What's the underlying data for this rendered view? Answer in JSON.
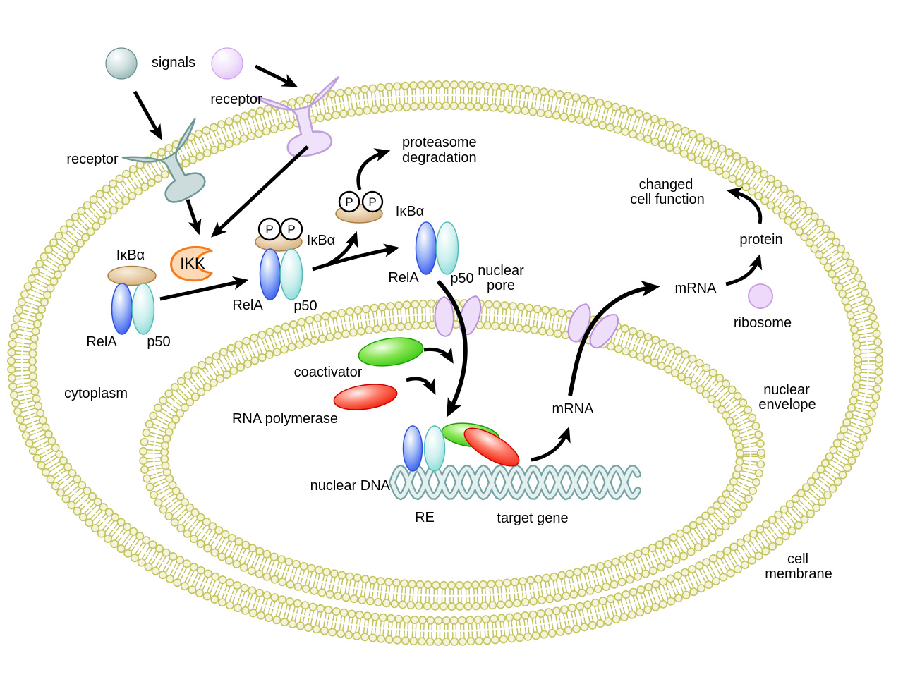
{
  "labels": {
    "signals": "signals",
    "receptor": "receptor",
    "ikb_alpha": "IκBα",
    "rela": "RelA",
    "p50": "p50",
    "ikk": "IKK",
    "phosphate": "P",
    "proteasome_line1": "proteasome",
    "proteasome_line2": "degradation",
    "nuclear_pore_line1": "nuclear",
    "nuclear_pore_line2": "pore",
    "cytoplasm": "cytoplasm",
    "coactivator": "coactivator",
    "rna_polymerase": "RNA polymerase",
    "nuclear_dna": "nuclear DNA",
    "response_element": "RE",
    "target_gene": "target gene",
    "mrna": "mRNA",
    "ribosome": "ribosome",
    "protein": "protein",
    "changed_line1": "changed",
    "changed_line2": "cell function",
    "nuclear_envelope_line1": "nuclear",
    "nuclear_envelope_line2": "envelope",
    "cell_membrane_line1": "cell",
    "cell_membrane_line2": "membrane"
  },
  "colors": {
    "membrane_outline": "#c3c35f",
    "membrane_fill": "#f4f4da",
    "rela_blue": "#3a5cf0",
    "p50_cyan": "#7fd8d4",
    "ikb_alpha_tan": "#d9b283",
    "ikk_fill": "#fdd9b4",
    "ikk_stroke": "#f57c1e",
    "coactivator_green": "#34c80e",
    "rna_polymerase_red": "#f21606",
    "dna_teal": "#76a3a3",
    "pore_purple": "#efdefa",
    "receptor_teal": "#ccdcdc",
    "receptor_purple": "#efe2fa",
    "signal_sphere_teal": "#7fa2a2",
    "signal_sphere_purple": "#d9b4f4",
    "arrow_black": "#000000"
  }
}
